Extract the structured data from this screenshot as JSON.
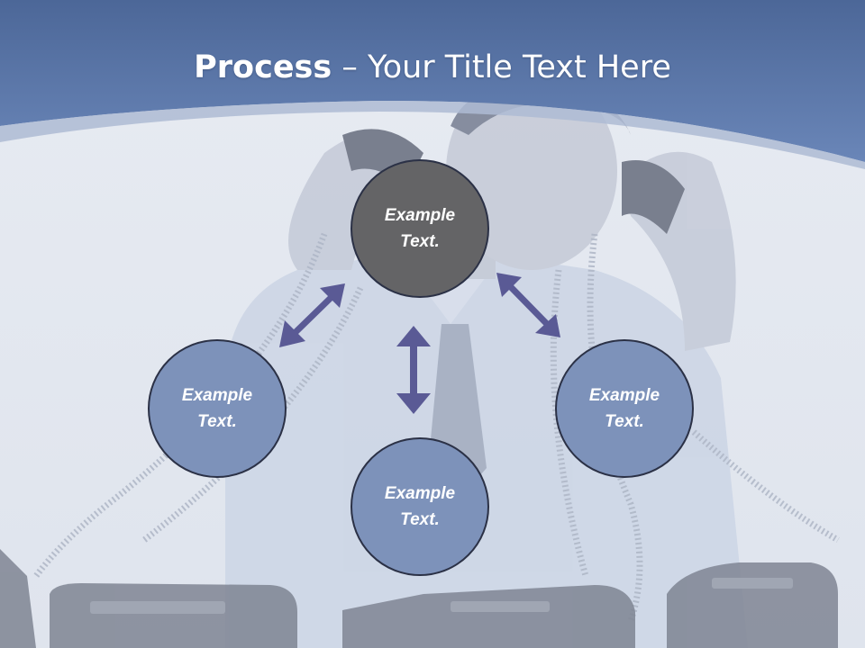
{
  "slide": {
    "title_bold": "Process",
    "title_rest": " – Your Title Text Here",
    "colors": {
      "header_blue": "#5a76a6",
      "circle_dark": "#646466",
      "circle_blue": "#7d92ba",
      "arrow": "#5a5a95"
    }
  },
  "nodes": {
    "top": {
      "line1": "Example",
      "line2": "Text."
    },
    "left": {
      "line1": "Example",
      "line2": "Text."
    },
    "right": {
      "line1": "Example",
      "line2": "Text."
    },
    "bottom": {
      "line1": "Example",
      "line2": "Text."
    }
  }
}
